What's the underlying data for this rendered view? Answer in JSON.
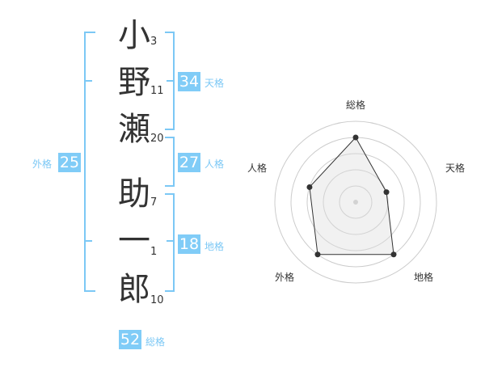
{
  "name": {
    "chars": [
      {
        "char": "小",
        "strokes": "3"
      },
      {
        "char": "野",
        "strokes": "11"
      },
      {
        "char": "瀬",
        "strokes": "20"
      },
      {
        "char": "助",
        "strokes": "7"
      },
      {
        "char": "一",
        "strokes": "1"
      },
      {
        "char": "郎",
        "strokes": "10"
      }
    ]
  },
  "kaku": {
    "tenkaku": {
      "value": "34",
      "label": "天格"
    },
    "jinkaku": {
      "value": "27",
      "label": "人格"
    },
    "chikaku": {
      "value": "18",
      "label": "地格"
    },
    "gaikaku": {
      "value": "25",
      "label": "外格"
    },
    "soukaku": {
      "value": "52",
      "label": "総格"
    }
  },
  "chart_data": {
    "type": "radar",
    "axes": [
      "総格",
      "天格",
      "地格",
      "外格",
      "人格"
    ],
    "values": [
      4,
      2,
      4,
      4,
      3
    ],
    "max": 5,
    "rings": 5
  },
  "colors": {
    "accent": "#80ccf7",
    "line": "#333333"
  }
}
